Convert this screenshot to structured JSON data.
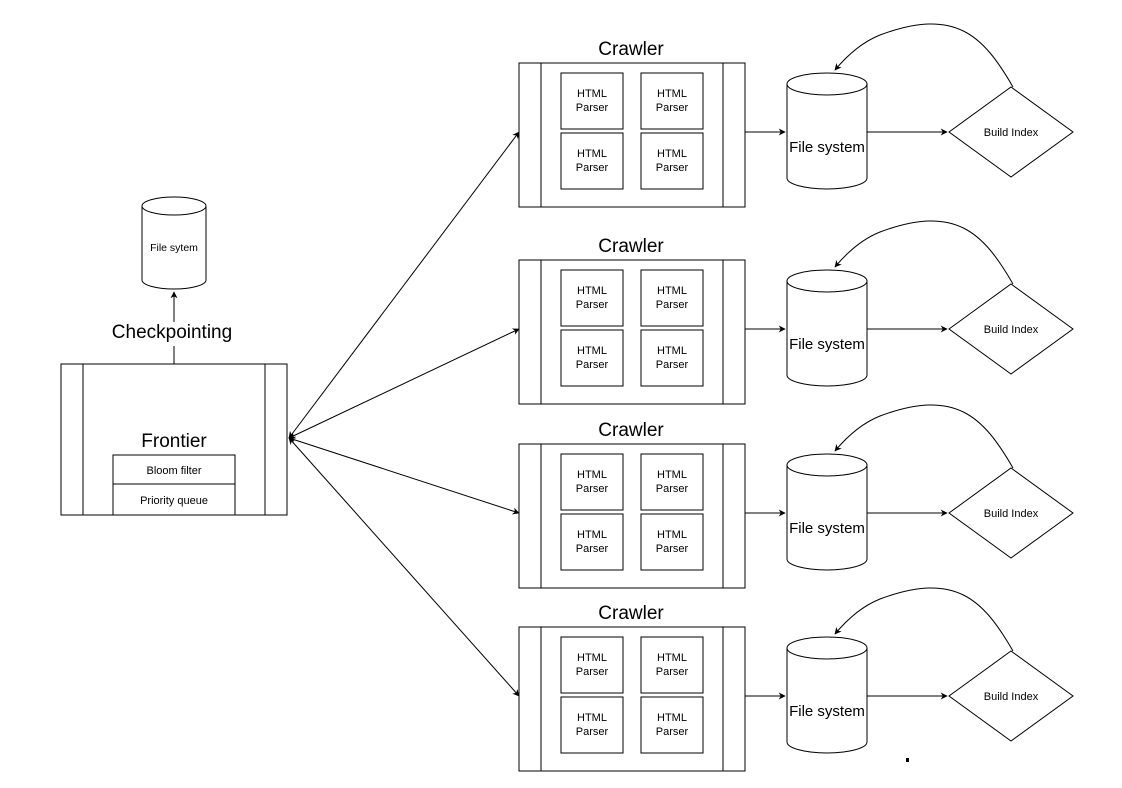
{
  "frontier": {
    "title": "Frontier",
    "rows": [
      "Bloom filter",
      "Priority queue"
    ]
  },
  "checkpointing": {
    "label": "Checkpointing",
    "storage_label": "File sytem"
  },
  "crawler_title": "Crawler",
  "parser_line1": "HTML",
  "parser_line2": "Parser",
  "storage_label": "File system",
  "index_label": "Build Index",
  "crawler_count": 4,
  "parsers_per_crawler": 4
}
